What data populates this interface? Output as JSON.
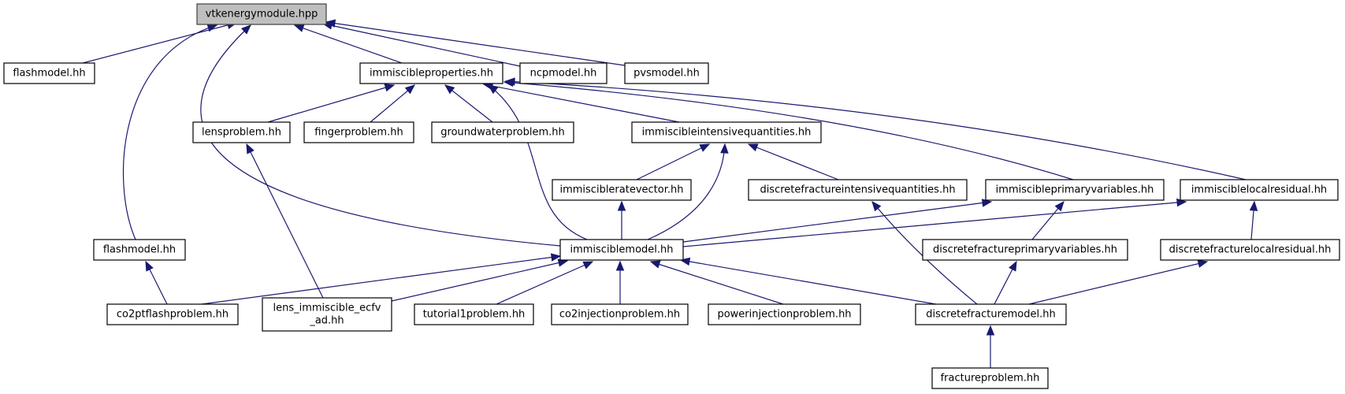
{
  "diagram": {
    "type": "include-dependency-graph",
    "root": "vtkenergymodule",
    "colors": {
      "edge": "#191970",
      "root_fill": "#bfbfbf",
      "node_fill": "#ffffff",
      "node_border": "#000000"
    },
    "nodes": [
      {
        "id": "vtkenergymodule",
        "label": "vtkenergymodule.hpp",
        "root": true
      },
      {
        "id": "flashmodel_a",
        "label": "flashmodel.hh"
      },
      {
        "id": "immiscibleproperties",
        "label": "immiscibleproperties.hh"
      },
      {
        "id": "ncpmodel",
        "label": "ncpmodel.hh"
      },
      {
        "id": "pvsmodel",
        "label": "pvsmodel.hh"
      },
      {
        "id": "lensproblem",
        "label": "lensproblem.hh"
      },
      {
        "id": "fingerproblem",
        "label": "fingerproblem.hh"
      },
      {
        "id": "groundwaterproblem",
        "label": "groundwaterproblem.hh"
      },
      {
        "id": "immiscibleintensivequantities",
        "label": "immiscibleintensivequantities.hh"
      },
      {
        "id": "immiscibleratevector",
        "label": "immiscibleratevector.hh"
      },
      {
        "id": "discretefractureintensivequantities",
        "label": "discretefractureintensivequantities.hh"
      },
      {
        "id": "immiscibleprimaryvariables",
        "label": "immiscibleprimaryvariables.hh"
      },
      {
        "id": "immisciblelocalresidual",
        "label": "immisciblelocalresidual.hh"
      },
      {
        "id": "flashmodel_b",
        "label": "flashmodel.hh"
      },
      {
        "id": "immisciblemodel",
        "label": "immisciblemodel.hh"
      },
      {
        "id": "discretefractureprimaryvariables",
        "label": "discretefractureprimaryvariables.hh"
      },
      {
        "id": "discretefracturelocalresidual",
        "label": "discretefracturelocalresidual.hh"
      },
      {
        "id": "co2ptflashproblem",
        "label": "co2ptflashproblem.hh"
      },
      {
        "id": "lens_immiscible_ecfv_ad",
        "label": "lens_immiscible_ecfv\n_ad.hh"
      },
      {
        "id": "tutorial1problem",
        "label": "tutorial1problem.hh"
      },
      {
        "id": "co2injectionproblem",
        "label": "co2injectionproblem.hh"
      },
      {
        "id": "powerinjectionproblem",
        "label": "powerinjectionproblem.hh"
      },
      {
        "id": "discretefracturemodel",
        "label": "discretefracturemodel.hh"
      },
      {
        "id": "fractureproblem",
        "label": "fractureproblem.hh"
      }
    ],
    "edges": [
      {
        "from": "flashmodel_a",
        "to": "vtkenergymodule"
      },
      {
        "from": "immiscibleproperties",
        "to": "vtkenergymodule"
      },
      {
        "from": "ncpmodel",
        "to": "vtkenergymodule"
      },
      {
        "from": "pvsmodel",
        "to": "vtkenergymodule"
      },
      {
        "from": "flashmodel_b",
        "to": "vtkenergymodule"
      },
      {
        "from": "immisciblemodel",
        "to": "vtkenergymodule"
      },
      {
        "from": "lensproblem",
        "to": "immiscibleproperties"
      },
      {
        "from": "fingerproblem",
        "to": "immiscibleproperties"
      },
      {
        "from": "groundwaterproblem",
        "to": "immiscibleproperties"
      },
      {
        "from": "immiscibleintensivequantities",
        "to": "immiscibleproperties"
      },
      {
        "from": "immiscibleprimaryvariables",
        "to": "immiscibleproperties"
      },
      {
        "from": "immisciblelocalresidual",
        "to": "immiscibleproperties"
      },
      {
        "from": "immisciblemodel",
        "to": "immiscibleproperties"
      },
      {
        "from": "lens_immiscible_ecfv_ad",
        "to": "lensproblem"
      },
      {
        "from": "immiscibleratevector",
        "to": "immiscibleintensivequantities"
      },
      {
        "from": "immisciblemodel",
        "to": "immiscibleintensivequantities"
      },
      {
        "from": "discretefractureintensivequantities",
        "to": "immiscibleintensivequantities"
      },
      {
        "from": "immisciblemodel",
        "to": "immiscibleratevector"
      },
      {
        "from": "immisciblemodel",
        "to": "immiscibleprimaryvariables"
      },
      {
        "from": "immisciblemodel",
        "to": "immisciblelocalresidual"
      },
      {
        "from": "discretefractureprimaryvariables",
        "to": "immiscibleprimaryvariables"
      },
      {
        "from": "discretefracturelocalresidual",
        "to": "immisciblelocalresidual"
      },
      {
        "from": "discretefracturemodel",
        "to": "discretefractureintensivequantities"
      },
      {
        "from": "co2ptflashproblem",
        "to": "flashmodel_b"
      },
      {
        "from": "co2ptflashproblem",
        "to": "immisciblemodel"
      },
      {
        "from": "lens_immiscible_ecfv_ad",
        "to": "immisciblemodel"
      },
      {
        "from": "tutorial1problem",
        "to": "immisciblemodel"
      },
      {
        "from": "co2injectionproblem",
        "to": "immisciblemodel"
      },
      {
        "from": "powerinjectionproblem",
        "to": "immisciblemodel"
      },
      {
        "from": "discretefracturemodel",
        "to": "immisciblemodel"
      },
      {
        "from": "discretefracturemodel",
        "to": "discretefractureprimaryvariables"
      },
      {
        "from": "discretefracturemodel",
        "to": "discretefracturelocalresidual"
      },
      {
        "from": "fractureproblem",
        "to": "discretefracturemodel"
      }
    ]
  }
}
